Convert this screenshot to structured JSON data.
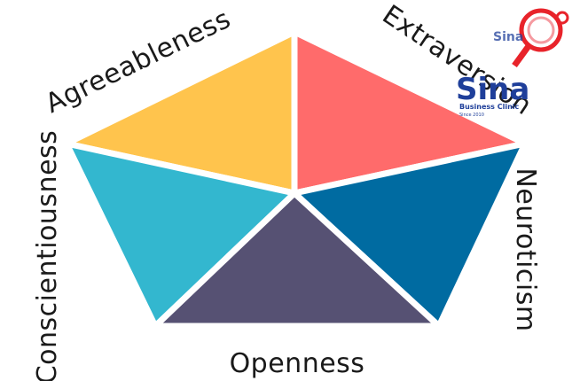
{
  "diagram": {
    "traits": [
      {
        "key": "agreeableness",
        "label": "Agreeableness",
        "color": "#ffc44d"
      },
      {
        "key": "extraversion",
        "label": "Extraversion",
        "color": "#ff6b6b"
      },
      {
        "key": "neuroticism",
        "label": "Neuroticism",
        "color": "#006ba1"
      },
      {
        "key": "openness",
        "label": "Openness",
        "color": "#565173"
      },
      {
        "key": "conscientiousness",
        "label": "Conscientiousness",
        "color": "#33b7cf"
      }
    ]
  },
  "logo": {
    "brand": "Sina",
    "tagline": "Business Clinic",
    "since": "Since 2010",
    "accent_color": "#e8232a",
    "brand_color": "#1f3f9a"
  }
}
